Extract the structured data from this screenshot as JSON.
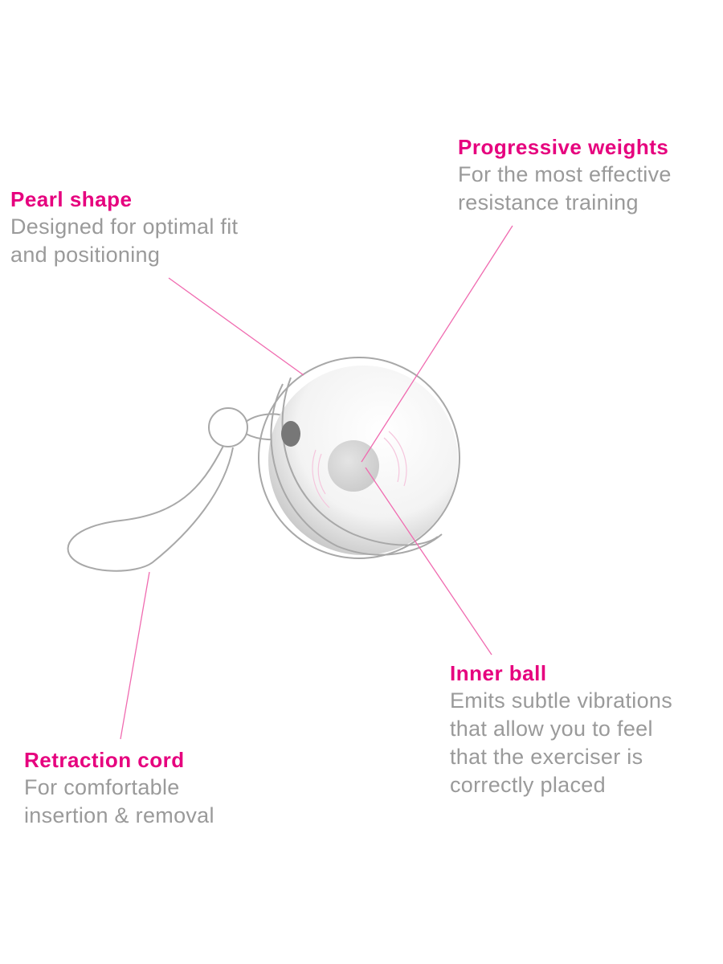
{
  "colors": {
    "accent": "#e6007e",
    "text_muted": "#9a9a9a",
    "outline": "#a8a8a8"
  },
  "callouts": {
    "pearl": {
      "title": "Pearl shape",
      "desc": "Designed for optimal fit\nand positioning"
    },
    "weights": {
      "title": "Progressive weights",
      "desc": "For the most effective\nresistance training"
    },
    "inner": {
      "title": "Inner ball",
      "desc": "Emits subtle vibrations\nthat allow you to feel\nthat the exerciser is\ncorrectly placed"
    },
    "cord": {
      "title": "Retraction cord",
      "desc": "For comfortable\ninsertion & removal"
    }
  }
}
